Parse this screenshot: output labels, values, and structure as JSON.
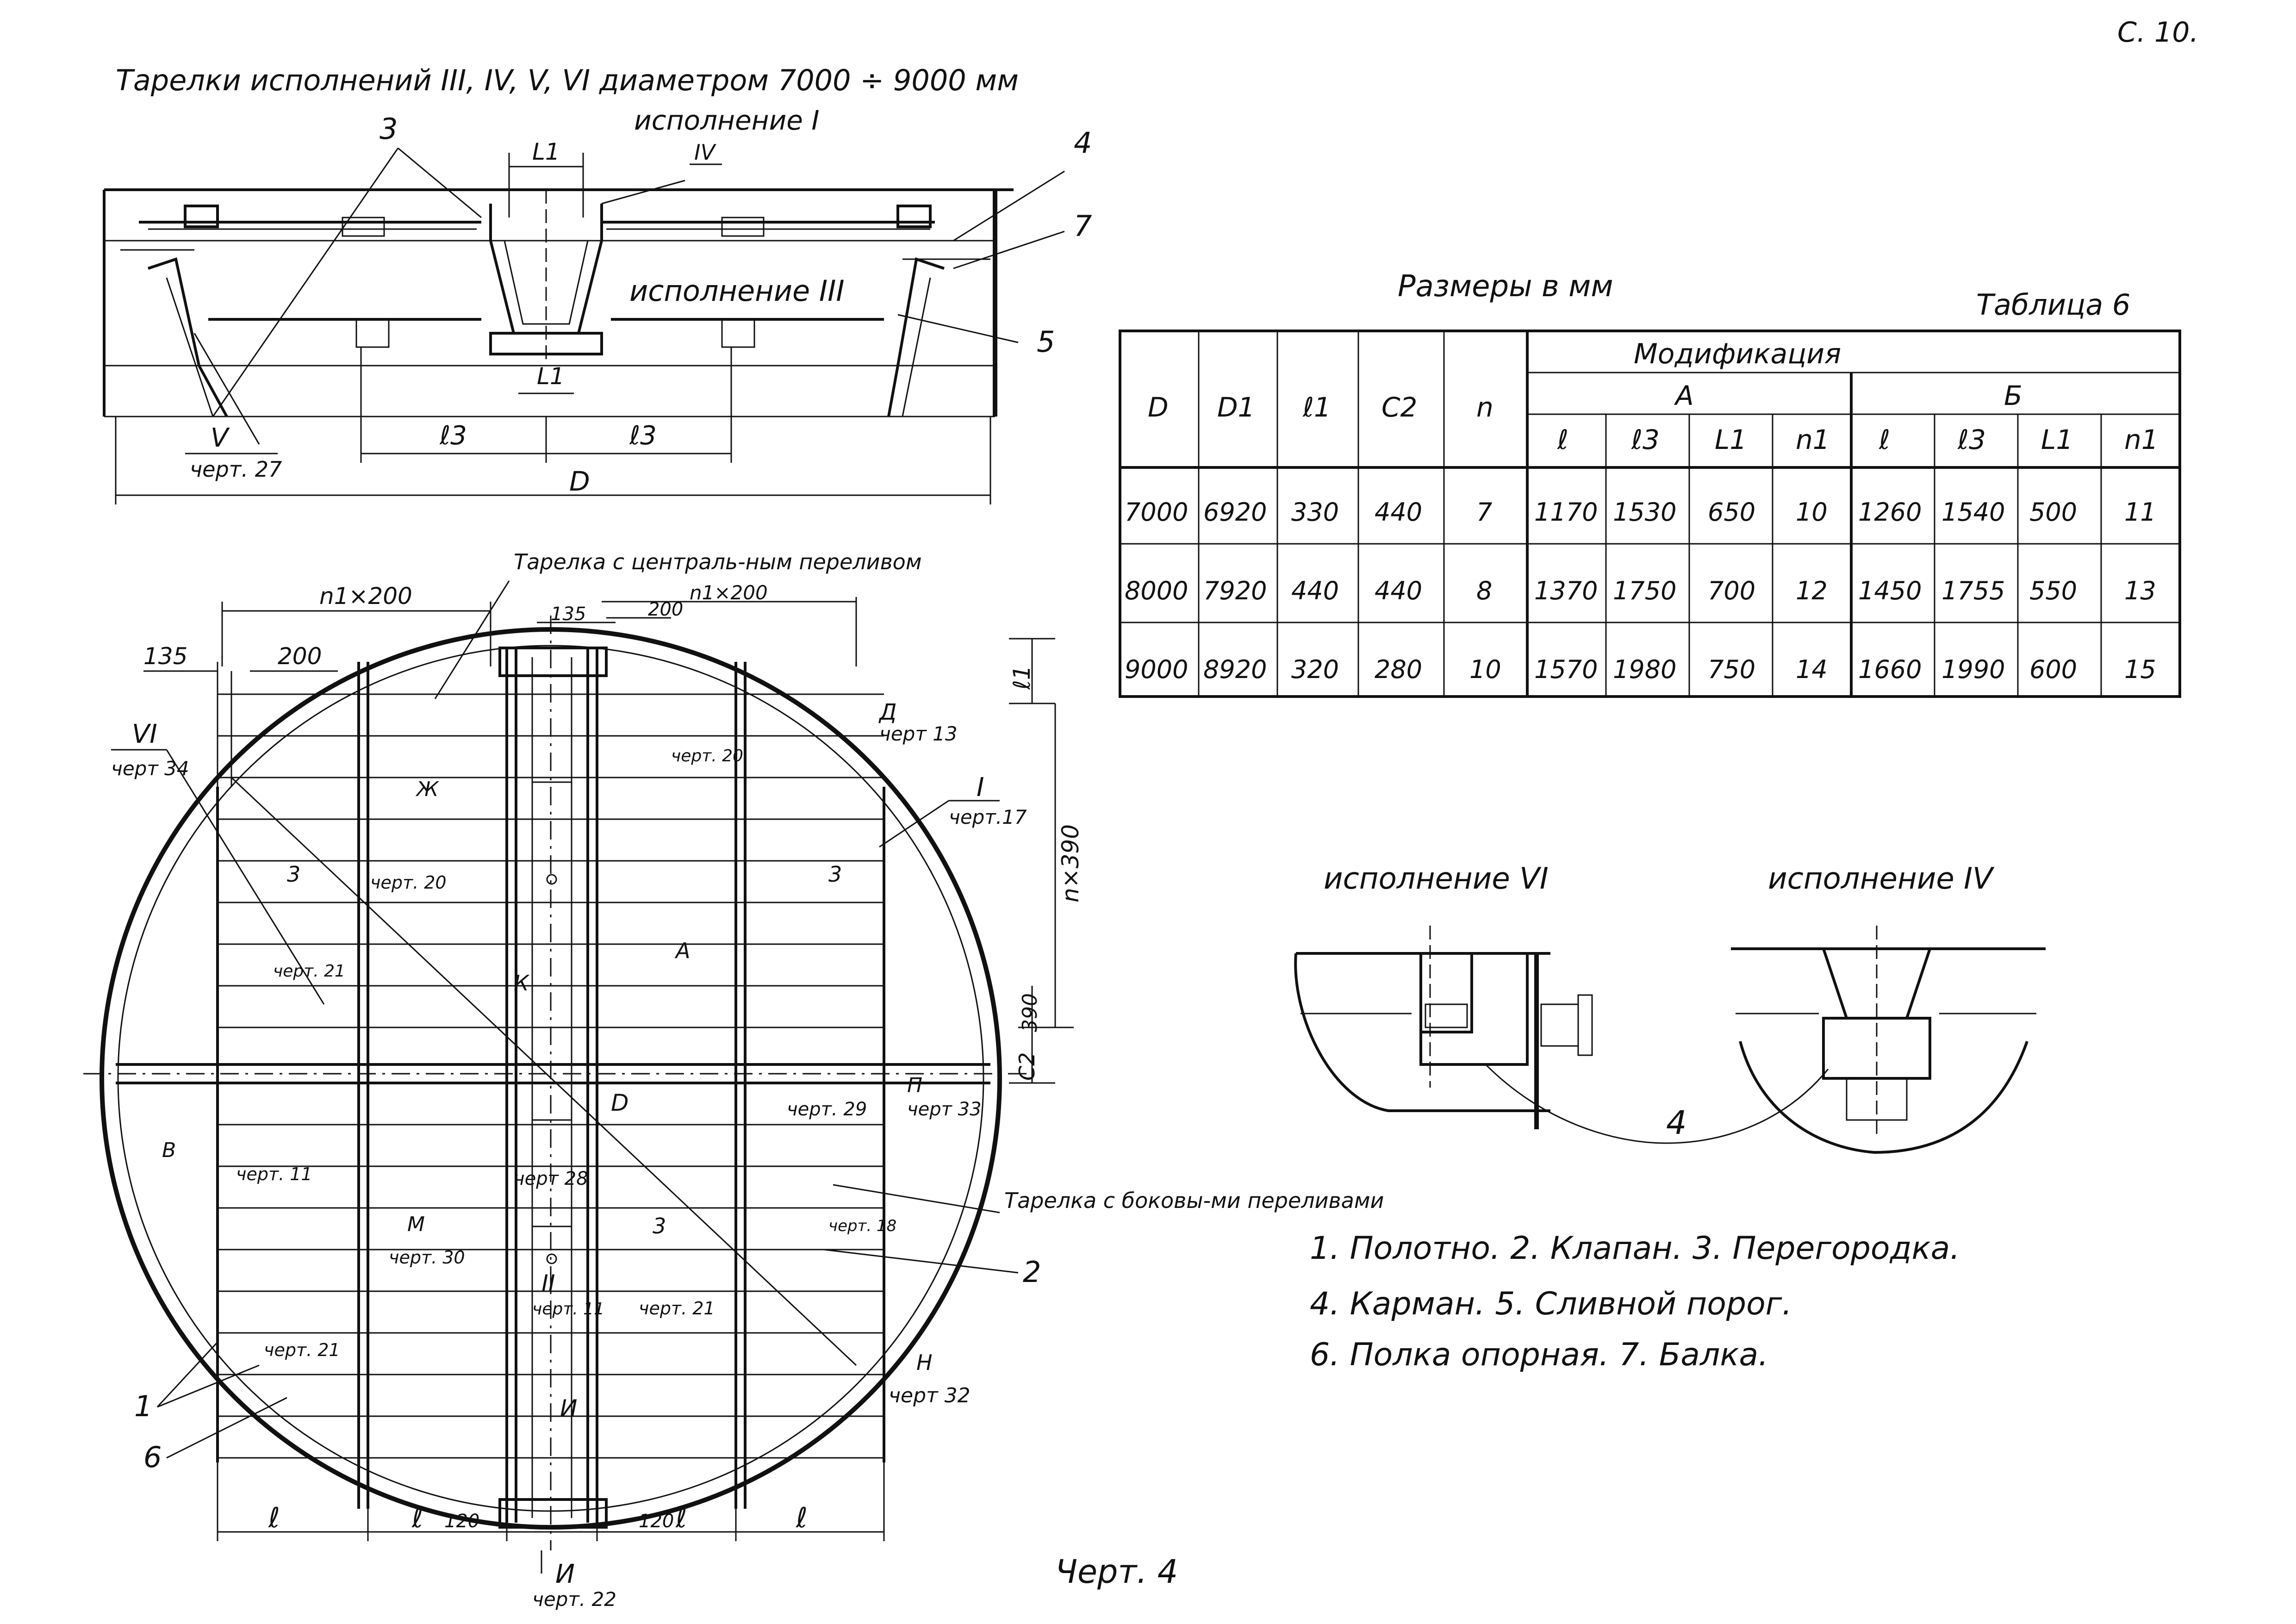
{
  "page_number": "С. 10.",
  "top_view": {
    "title_line1": "Тарелки исполнений III, IV, V, VI диаметром 7000 ÷ 9000 мм",
    "title_line2": "исполнение I",
    "label_ispolnenie_iii": "исполнение III",
    "callout_iv": "IV",
    "callout_v": "V",
    "callout_v_ref": "черт. 27",
    "dim_l1": "L1",
    "dim_l3_left": "ℓ3",
    "dim_l3_right": "ℓ3",
    "dim_d": "D",
    "num_3": "3",
    "num_4": "4",
    "num_5": "5",
    "num_7": "7"
  },
  "plan_view": {
    "note_central": "Тарелка с централь-ным переливом",
    "note_side": "Тарелка с боковы-ми переливами",
    "dim_n1x200_left": "n1×200",
    "dim_n1x200_right": "n1×200",
    "dim_135_left": "135",
    "dim_135_top": "135",
    "dim_200_left": "200",
    "dim_200_top": "200",
    "dim_l1": "ℓ1",
    "dim_nx390": "n×390",
    "dim_390": "390",
    "dim_c2": "C2",
    "dim_120_left": "120",
    "dim_120_right": "120",
    "dim_l_1": "ℓ",
    "dim_l_2": "ℓ",
    "dim_l_3": "ℓ",
    "dim_l_4": "ℓ",
    "callout_vi": "VI",
    "callout_vi_ref": "черт 34",
    "callout_i": "I",
    "callout_i_ref": "черт.17",
    "callout_ii": "II",
    "callout_ii_ref": "черт. 11",
    "ref_d13": "Д",
    "ref_d13_ref": "черт 13",
    "ref_p33": "П",
    "ref_p33_ref": "черт 33",
    "ref_n32": "Н",
    "ref_n32_ref": "черт 32",
    "ref_i22": "И",
    "ref_i22_ref": "черт. 22",
    "ref_b11": "В",
    "ref_b11_ref": "черт. 11",
    "ref_k28": "К",
    "ref_k28_ref": "черт 28",
    "ref_zh20": "Ж",
    "ref_zh20_ref": "черт. 20",
    "ref_a29": "А",
    "ref_a29_ref": "черт. 29",
    "ref_m30": "М",
    "ref_m30_ref": "черт. 30",
    "ref_21a": "черт. 21",
    "ref_21b": "черт. 21",
    "ref_21c": "черт. 21",
    "ref_20": "черт. 20",
    "ref_18": "черт. 18",
    "num_1": "1",
    "num_2": "2",
    "num_3a": "3",
    "num_3b": "3",
    "num_3c": "3",
    "num_6": "6",
    "lbl_d": "D",
    "caption": "Черт. 4"
  },
  "table": {
    "units": "Размеры в мм",
    "label": "Таблица 6",
    "group_header": "Модификация",
    "sub_a": "А",
    "sub_b": "Б",
    "col_D": "D",
    "col_D1": "D1",
    "col_l1": "ℓ1",
    "col_C2": "C2",
    "col_n": "n",
    "col_a_l": "ℓ",
    "col_a_l3": "ℓ3",
    "col_a_L1": "L1",
    "col_a_n1": "n1",
    "col_b_l": "ℓ",
    "col_b_l3": "ℓ3",
    "col_b_L1": "L1",
    "col_b_n1": "n1",
    "rows": [
      [
        "7000",
        "6920",
        "330",
        "440",
        "7",
        "1170",
        "1530",
        "650",
        "10",
        "1260",
        "1540",
        "500",
        "11"
      ],
      [
        "8000",
        "7920",
        "440",
        "440",
        "8",
        "1370",
        "1750",
        "700",
        "12",
        "1450",
        "1755",
        "550",
        "13"
      ],
      [
        "9000",
        "8920",
        "320",
        "280",
        "10",
        "1570",
        "1980",
        "750",
        "14",
        "1660",
        "1990",
        "600",
        "15"
      ]
    ]
  },
  "details": {
    "title_vi": "исполнение VI",
    "title_iv": "исполнение IV",
    "num_4": "4"
  },
  "legend": {
    "line1": "1. Полотно.  2. Клапан.  3. Перегородка.",
    "line2": "4. Карман.  5. Сливной порог.",
    "line3": "6. Полка  опорная.  7. Балка."
  }
}
